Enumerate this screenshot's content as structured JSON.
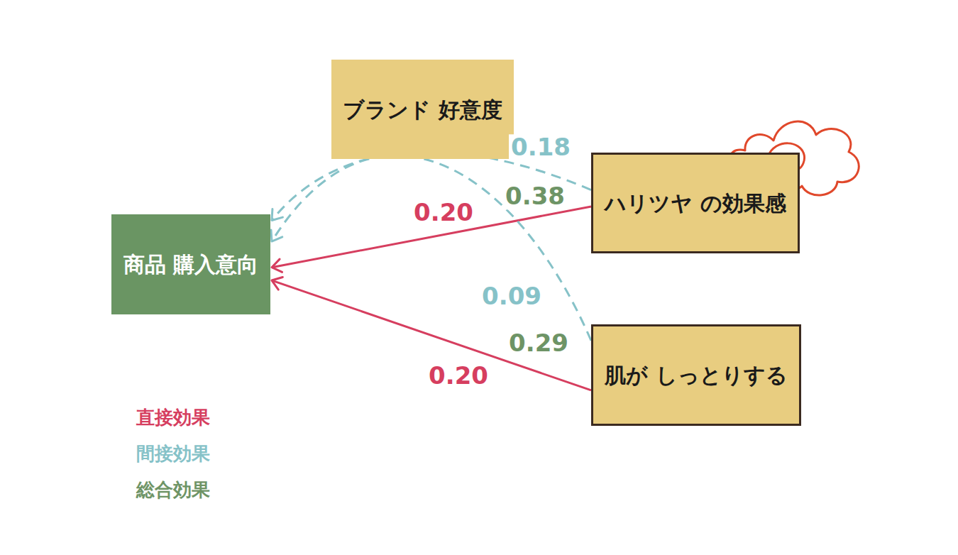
{
  "diagram": {
    "nodes": [
      {
        "text": [
          "ブランド 好意度"
        ]
      },
      {
        "text": [
          "ハリツヤ の効果感"
        ]
      },
      {
        "text": [
          "商品 購入意向"
        ]
      },
      {
        "text": [
          "肌が しっとりする"
        ]
      }
    ],
    "edges": [
      {
        "from": 1,
        "to": 2,
        "arrow": "to",
        "label": "0.20"
      },
      {
        "from": 3,
        "to": 2,
        "arrow": "to",
        "label": "0.20"
      },
      {
        "from": 1,
        "to": 2,
        "arrow": "to",
        "label": "0.18"
      },
      {
        "from": 3,
        "to": 2,
        "arrow": "to",
        "label": "0.09"
      }
    ],
    "labels": [
      "0.38",
      "0.29"
    ],
    "legend": [
      {
        "text": "直接効果",
        "color": "#d63e5f"
      },
      {
        "text": "間接効果",
        "color": "#86c2c8"
      },
      {
        "text": "総合効果",
        "color": "#6e9466"
      }
    ]
  }
}
